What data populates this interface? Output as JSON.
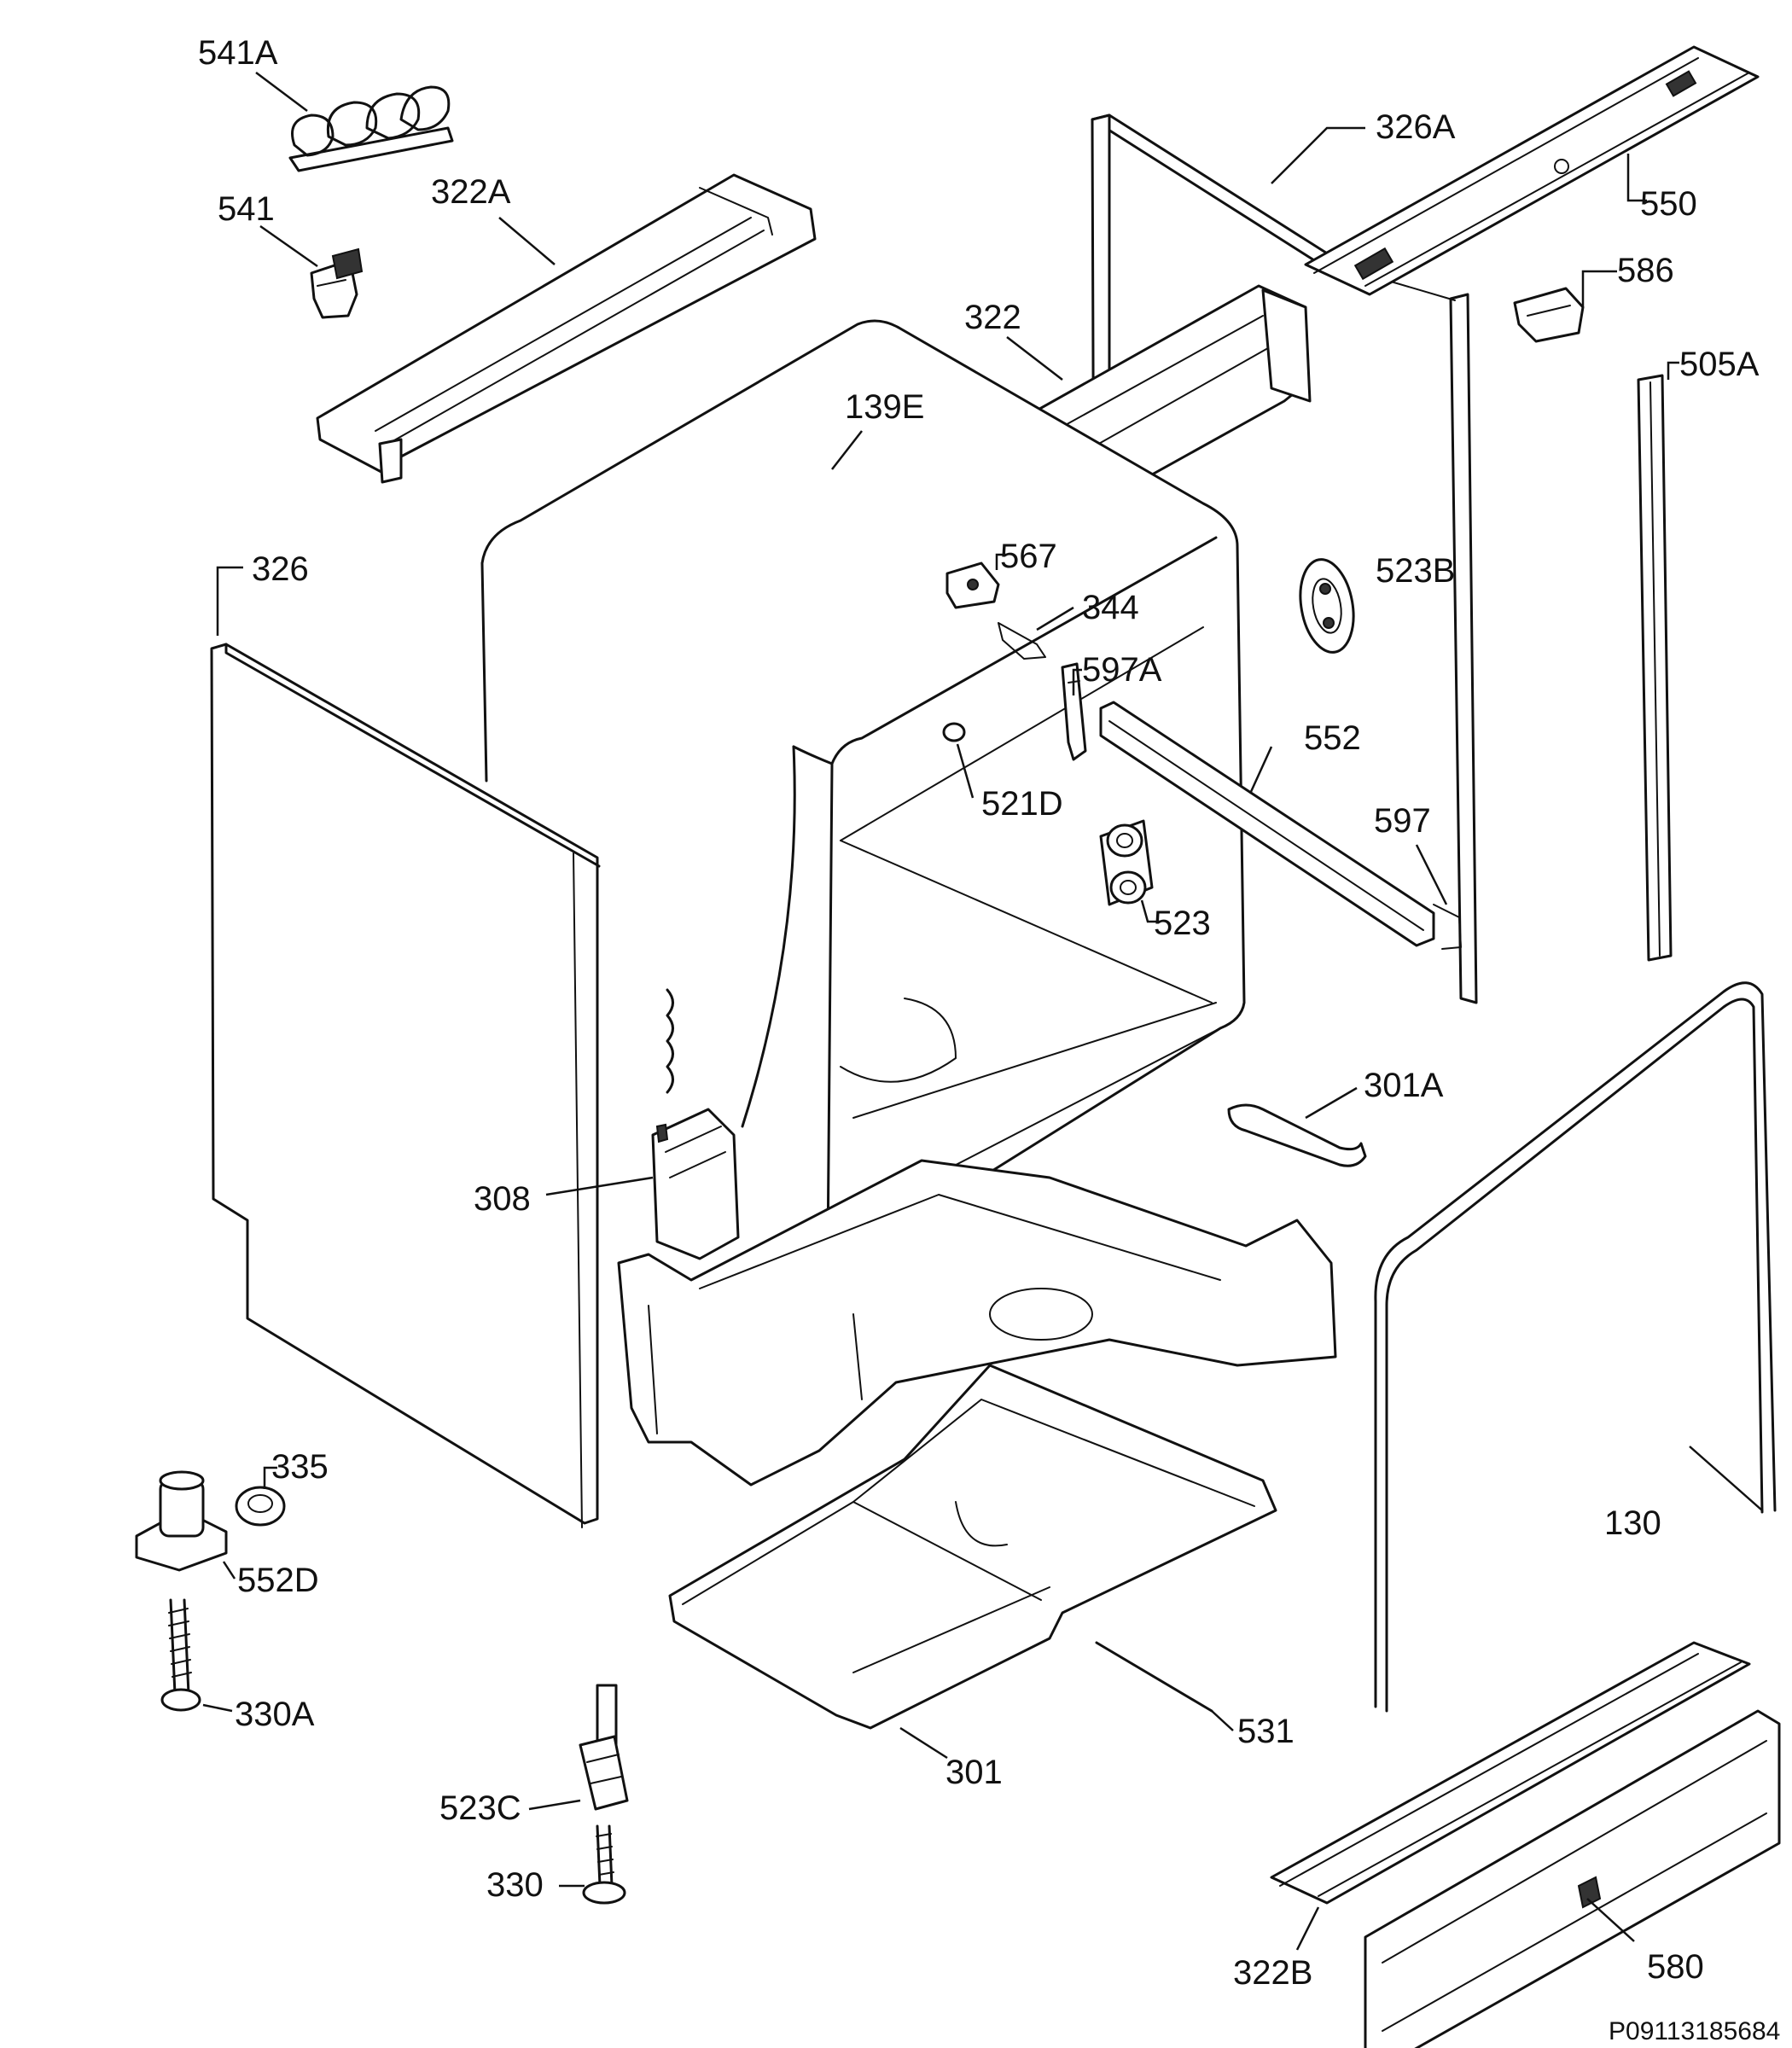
{
  "document_id": "P09113185684",
  "labels": {
    "l541A": "541A",
    "l541": "541",
    "l322A": "322A",
    "l326A": "326A",
    "l550": "550",
    "l586": "586",
    "l505A": "505A",
    "l322": "322",
    "l139E": "139E",
    "l326": "326",
    "l567": "567",
    "l523B": "523B",
    "l344": "344",
    "l597A": "597A",
    "l552": "552",
    "l521D": "521D",
    "l597": "597",
    "l523": "523",
    "l301A": "301A",
    "l308": "308",
    "l335": "335",
    "l552D": "552D",
    "l130": "130",
    "l330A": "330A",
    "l531": "531",
    "l301": "301",
    "l523C": "523C",
    "l330": "330",
    "l322B": "322B",
    "l580": "580"
  }
}
